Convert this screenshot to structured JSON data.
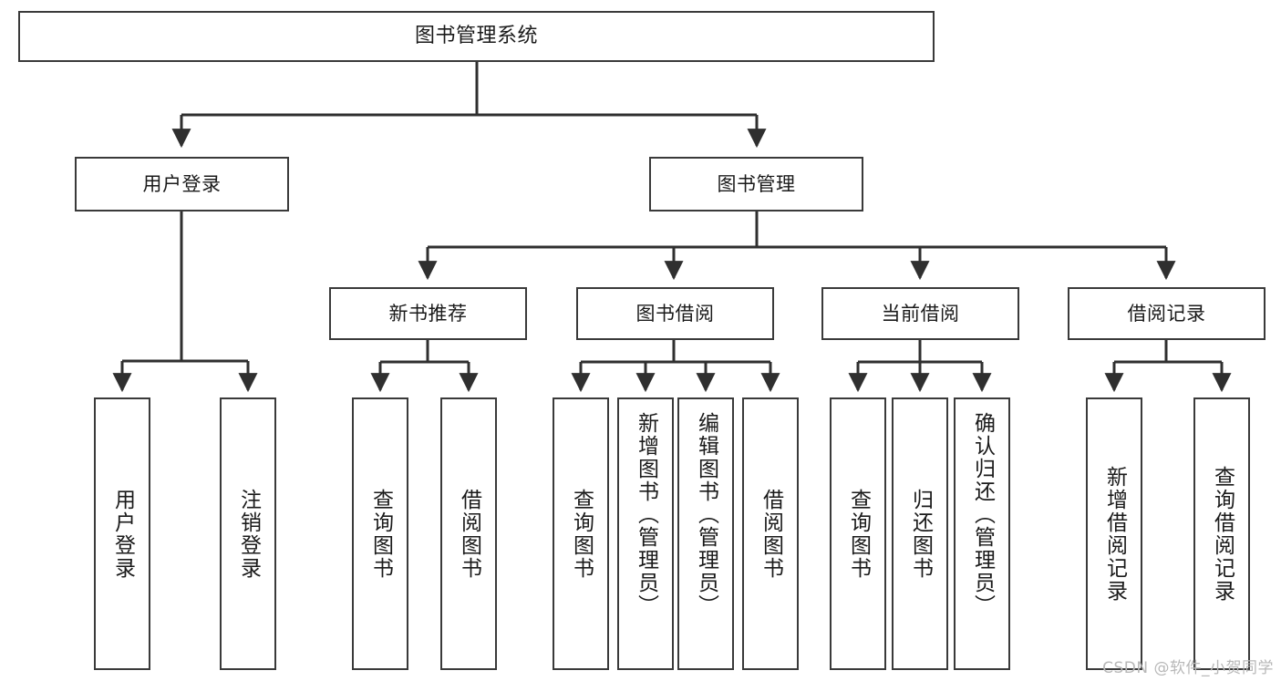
{
  "diagram": {
    "title": "图书管理系统",
    "type": "tree-hierarchy",
    "levels": 4,
    "colors": {
      "box_border": "#3a3a3a",
      "box_fill": "#ffffff",
      "connector": "#2f2f2f",
      "text": "#1a1a1a",
      "watermark": "#b8b8b8",
      "background": "#ffffff"
    },
    "root": {
      "label": "图书管理系统"
    },
    "level1": [
      {
        "label": "用户登录"
      },
      {
        "label": "图书管理"
      }
    ],
    "level2_user": [
      {
        "label": "用户登录"
      },
      {
        "label": "注销登录"
      }
    ],
    "level2_book": [
      {
        "label": "新书推荐"
      },
      {
        "label": "图书借阅"
      },
      {
        "label": "当前借阅"
      },
      {
        "label": "借阅记录"
      }
    ],
    "leaves_new_book": [
      {
        "label": "查询图书"
      },
      {
        "label": "借阅图书"
      }
    ],
    "leaves_borrow": [
      {
        "label": "查询图书"
      },
      {
        "label": "新增图书（管理员）"
      },
      {
        "label": "编辑图书（管理员）"
      },
      {
        "label": "借阅图书"
      }
    ],
    "leaves_current": [
      {
        "label": "查询图书"
      },
      {
        "label": "归还图书"
      },
      {
        "label": "确认归还（管理员）"
      }
    ],
    "leaves_records": [
      {
        "label": "新增借阅记录"
      },
      {
        "label": "查询借阅记录"
      }
    ]
  },
  "watermark": {
    "text": "CSDN @软件_小贺同学"
  }
}
